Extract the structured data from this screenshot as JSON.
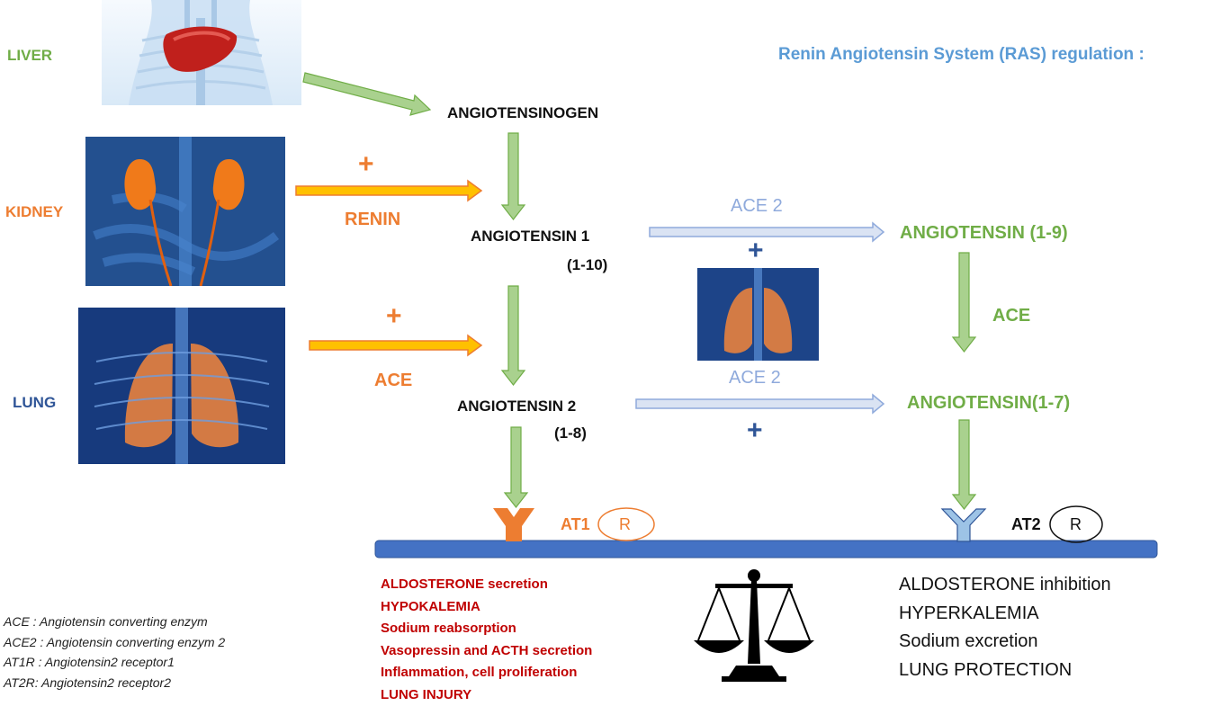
{
  "title": "Renin Angiotensin System (RAS) regulation :",
  "organs": {
    "liver": "LIVER",
    "kidney": "KIDNEY",
    "lung": "LUNG"
  },
  "nodes": {
    "angiotensinogen": "ANGIOTENSINOGEN",
    "angiotensin1": "ANGIOTENSIN 1",
    "angiotensin1_range": "(1-10)",
    "angiotensin2": "ANGIOTENSIN 2",
    "angiotensin2_range": "(1-8)",
    "angiotensin_1_9": "ANGIOTENSIN (1-9)",
    "angiotensin_1_7": "ANGIOTENSIN(1-7)"
  },
  "enzymes": {
    "renin": "RENIN",
    "ace_kidney_lung": "ACE",
    "ace2_top": "ACE 2",
    "ace2_bottom": "ACE 2",
    "ace_right": "ACE",
    "plus": "+"
  },
  "receptors": {
    "at1": "AT1",
    "at2": "AT2",
    "r": "R"
  },
  "effects_at1": [
    "ALDOSTERONE secretion",
    "HYPOKALEMIA",
    "Sodium reabsorption",
    "Vasopressin and ACTH secretion",
    "Inflammation, cell proliferation",
    "LUNG INJURY"
  ],
  "effects_at2": [
    "ALDOSTERONE inhibition",
    "HYPERKALEMIA",
    "Sodium excretion",
    "LUNG PROTECTION"
  ],
  "legend": [
    "ACE : Angiotensin converting enzym",
    "ACE2 : Angiotensin converting enzym 2",
    "AT1R : Angiotensin2 receptor1",
    "AT2R: Angiotensin2 receptor2"
  ],
  "colors": {
    "green": "#70ad47",
    "orange": "#ed7d31",
    "light_blue": "#8faadc",
    "dark_blue": "#2f5597",
    "membrane": "#4472c4",
    "red_text": "#c00000"
  }
}
